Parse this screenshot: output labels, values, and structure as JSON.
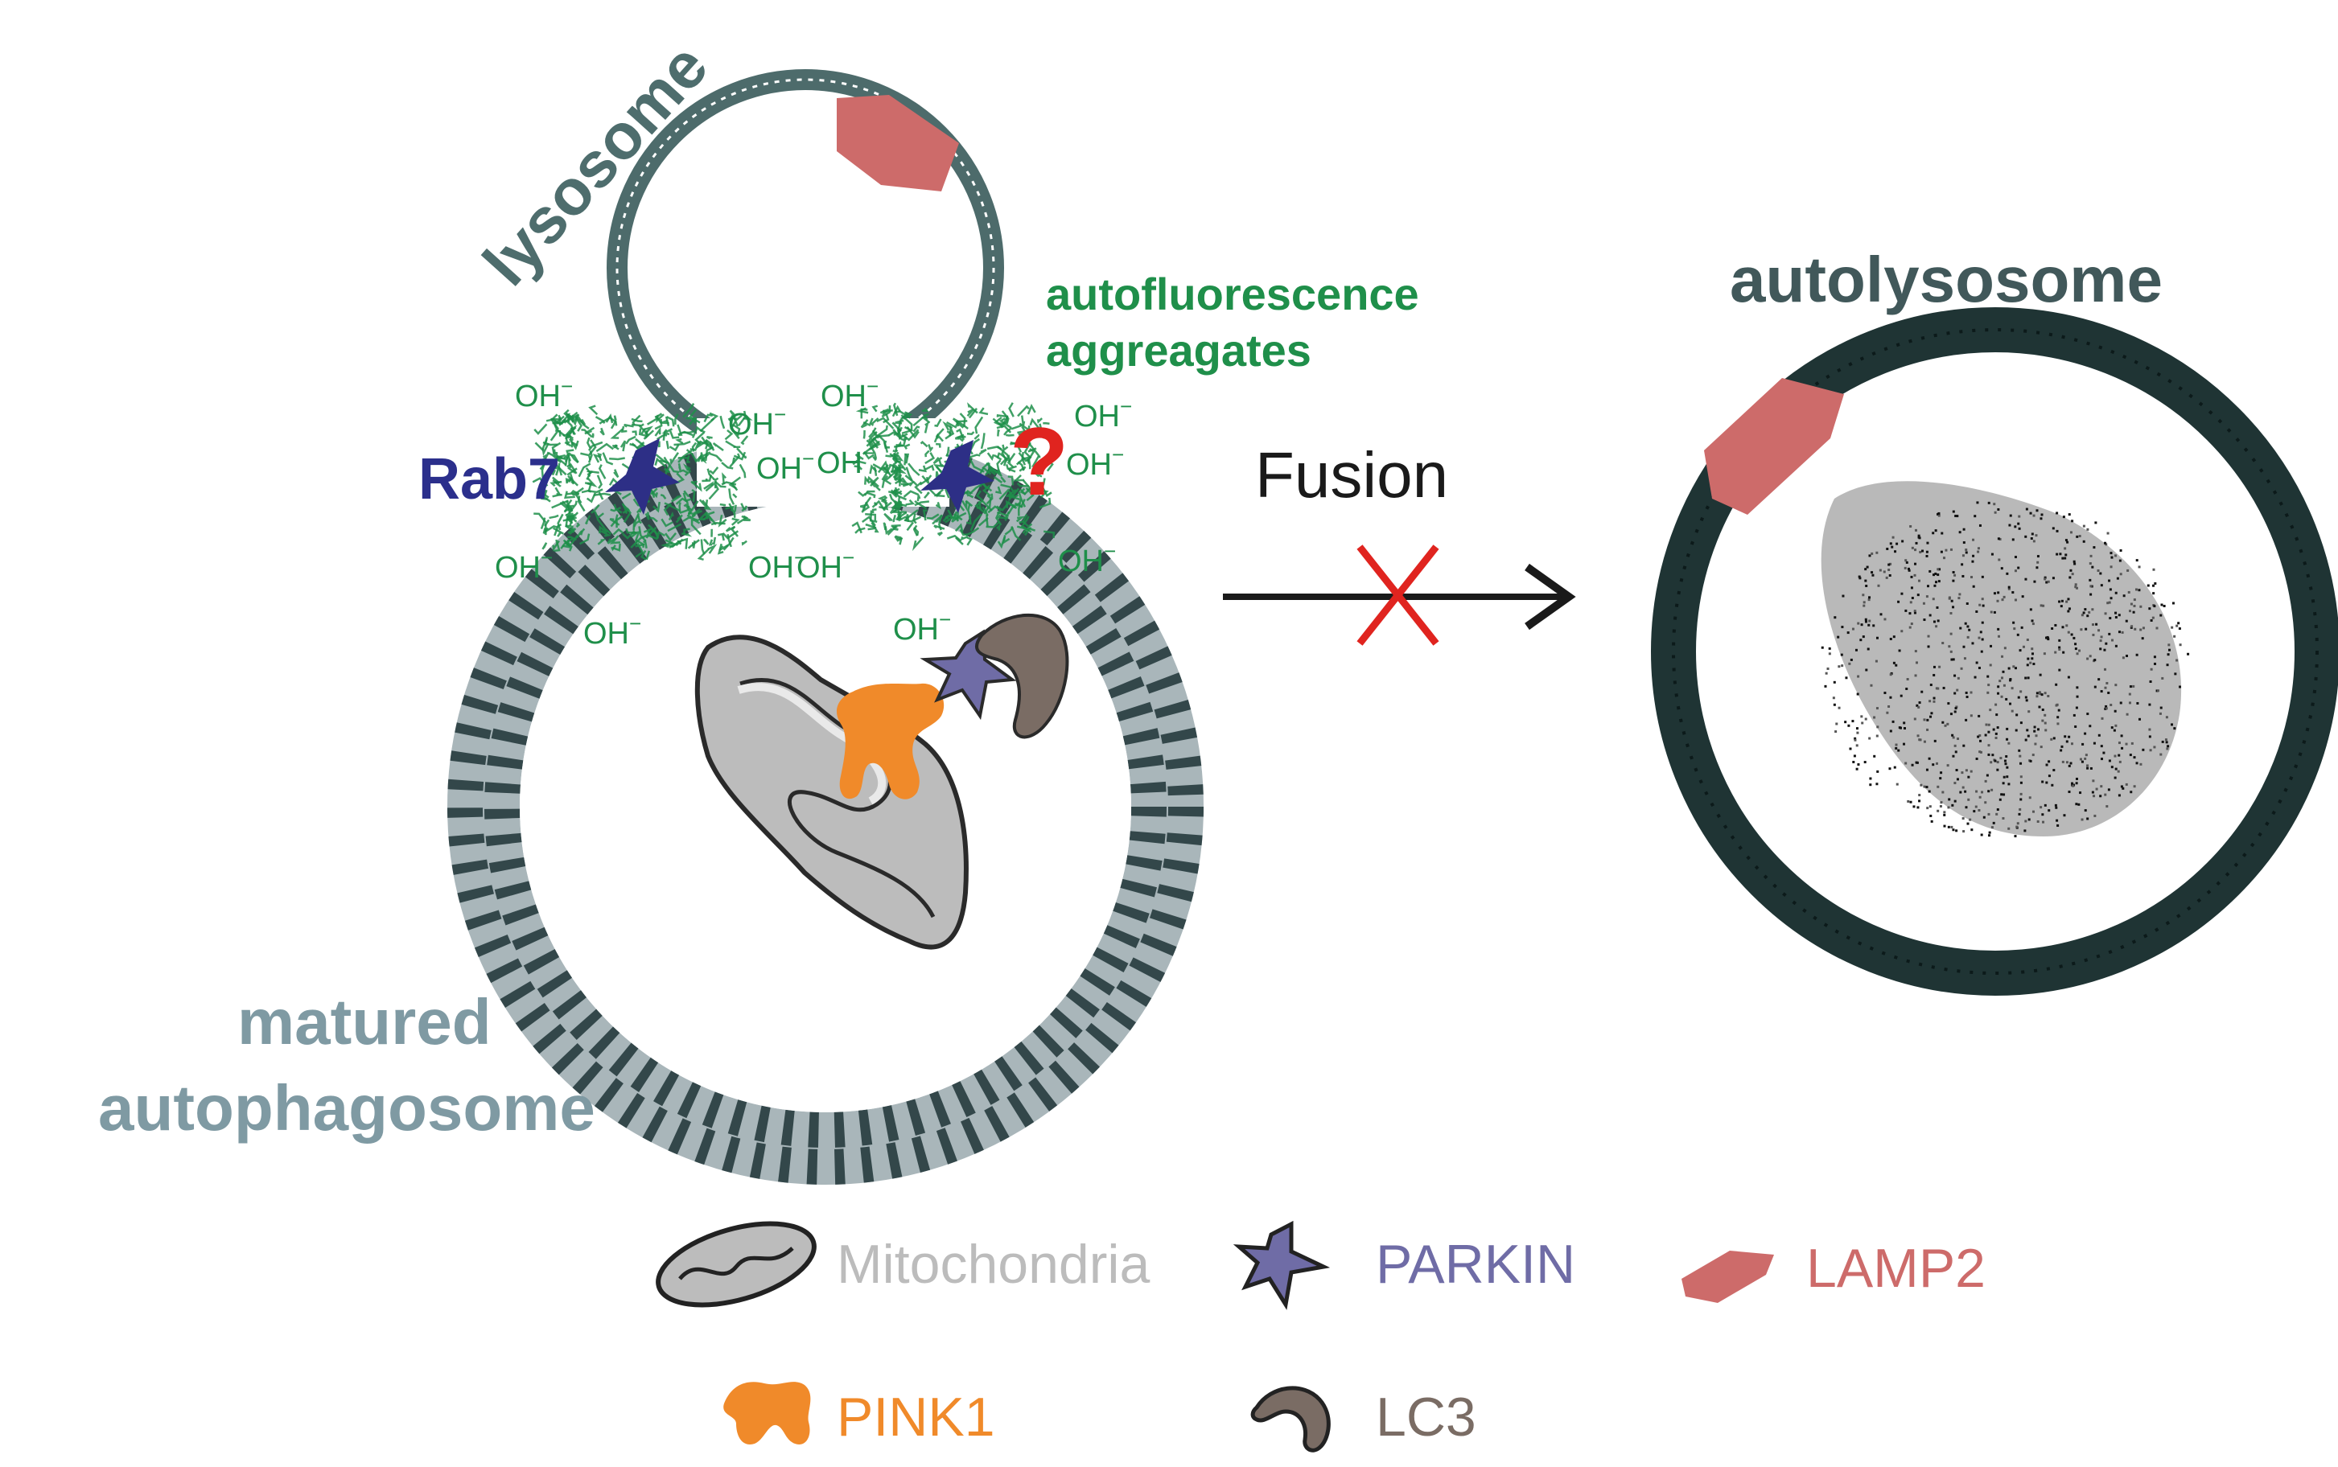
{
  "labels": {
    "lysosome": "lysosome",
    "autofluorescence_line1": "autofluorescence",
    "autofluorescence_line2": "aggreagates",
    "rab7": "Rab7",
    "fusion": "Fusion",
    "autolysosome": "autolysosome",
    "matured_line1": "matured",
    "matured_line2": "autophagosome",
    "question_mark": "?",
    "hydroxide": "OH",
    "minus": "−"
  },
  "legend": {
    "mitochondria": "Mitochondria",
    "parkin": "PARKIN",
    "lamp2": "LAMP2",
    "pink1": "PINK1",
    "lc3": "LC3"
  },
  "colors": {
    "lysosome_membrane": "#4d6b6b",
    "autophagosome_membrane": "#7e8f93",
    "autophagosome_fill": "#a9b6ba",
    "autolysosome_membrane": "#1f3434",
    "lamp2": "#cd6b6a",
    "parkin": "#6f6ca6",
    "rab7": "#2d2f86",
    "pink1": "#f08a2a",
    "lc3": "#7a6c64",
    "mitochondria_fill": "#bcbcbc",
    "aggregates": "#1f8f4a",
    "lysosome_label": "#4e6d6d",
    "autolysosome_label": "#41585a",
    "matured_label": "#7f9aa3",
    "rab7_label": "#2b2f8c",
    "fusion_arrow": "#1a1a1a",
    "block_x": "#e0241f",
    "question": "#e0241f",
    "legend_mito_text": "#bcbcbc",
    "legend_parkin_text": "#6f6ca6",
    "legend_lamp2_text": "#cd6b6a",
    "legend_pink1_text": "#f08a2a",
    "legend_lc3_text": "#7a6c64"
  },
  "icons": [
    "mitochondria-icon",
    "parkin-icon",
    "lamp2-icon",
    "pink1-icon",
    "lc3-icon",
    "rab7-icon",
    "fusion-arrow",
    "block-x-icon"
  ]
}
